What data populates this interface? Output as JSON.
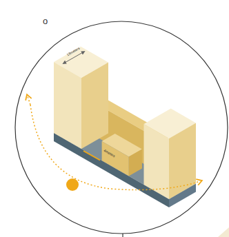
{
  "diagram": {
    "labels": [
      "o",
      "18meters",
      "4meters"
    ]
  }
}
